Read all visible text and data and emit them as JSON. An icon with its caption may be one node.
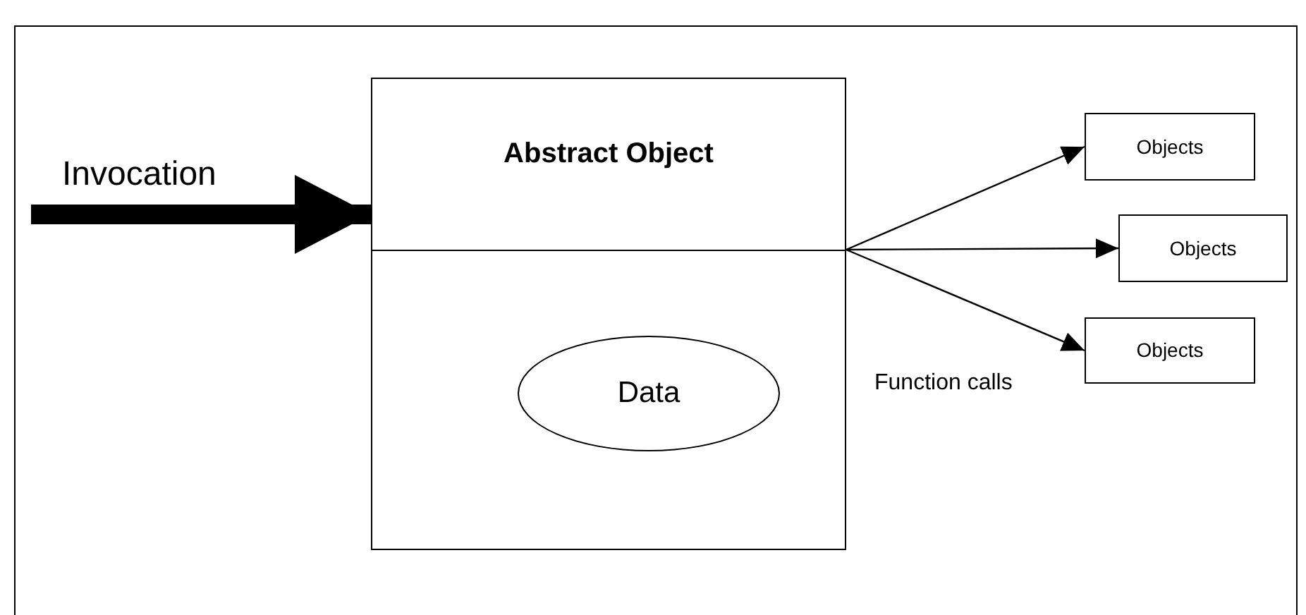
{
  "diagram": {
    "nodes": [
      {
        "text": [
          "Abstract Object"
        ]
      },
      {
        "text": [
          "Data"
        ],
        "in": 0
      },
      {
        "text": [
          "Objects"
        ]
      },
      {
        "text": [
          "Objects"
        ]
      },
      {
        "text": [
          "Objects"
        ]
      }
    ],
    "edges": [
      {
        "from": null,
        "to": 0,
        "arrow": "to",
        "label": "Invocation",
        "style": "thick"
      },
      {
        "from": 0,
        "to": 2,
        "arrow": "to"
      },
      {
        "from": 0,
        "to": 3,
        "arrow": "to"
      },
      {
        "from": 0,
        "to": 4,
        "arrow": "to"
      }
    ],
    "labels": [
      "Function calls"
    ]
  }
}
